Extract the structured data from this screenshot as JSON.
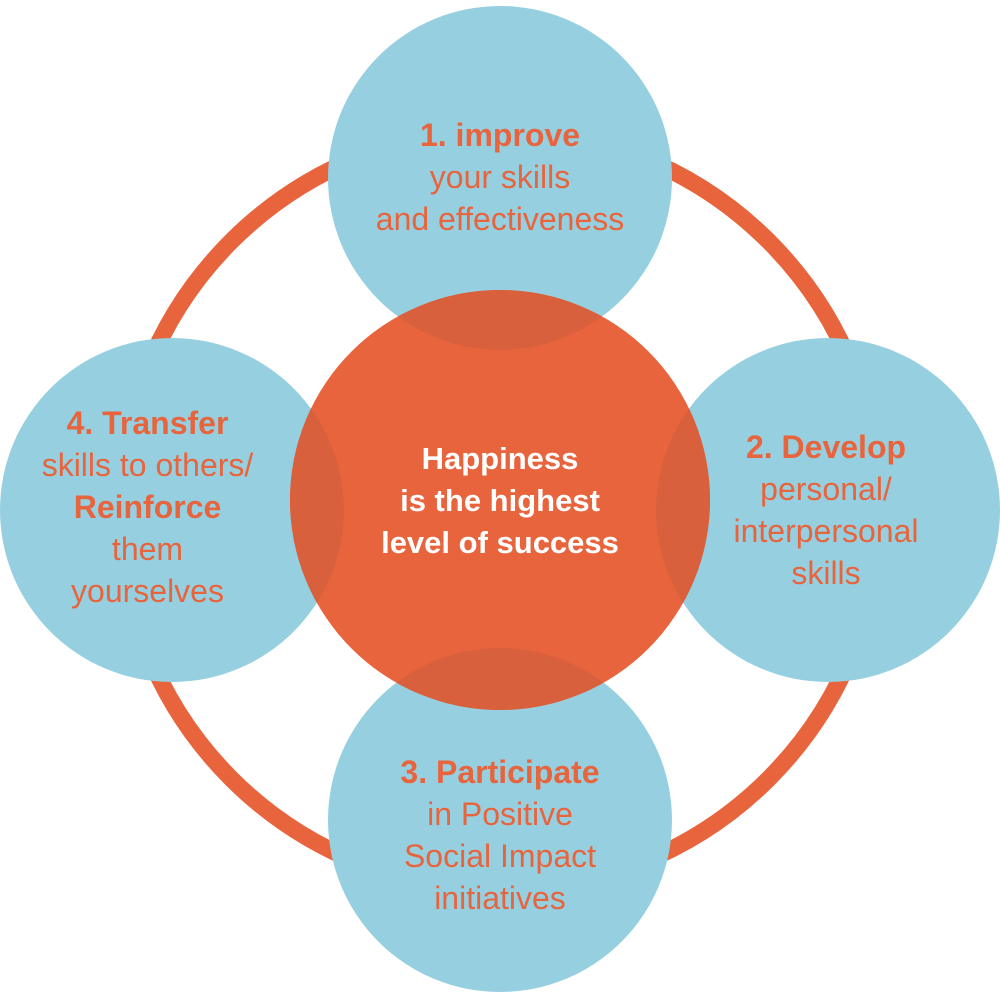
{
  "colors": {
    "ring": "#e8643d",
    "outer_circle": "#96d0e0",
    "center_circle": "#e8643d",
    "overlap": "#d9603c",
    "accent_text": "#e8643d",
    "center_text": "#ffffff"
  },
  "center": {
    "lines": [
      "Happiness",
      "is the highest",
      "level of success"
    ]
  },
  "top": {
    "title": "1. improve",
    "lines": [
      "your skills",
      "and effectiveness"
    ]
  },
  "right": {
    "title": "2. Develop",
    "lines": [
      "personal/",
      "interpersonal",
      "skills"
    ]
  },
  "bottom": {
    "title": "3. Participate",
    "lines": [
      "in Positive",
      "Social Impact",
      "initiatives"
    ]
  },
  "left": {
    "title": "4. Transfer",
    "line1": "skills to others/",
    "bold_line": "Reinforce",
    "line2": "them",
    "line3": "yourselves"
  }
}
